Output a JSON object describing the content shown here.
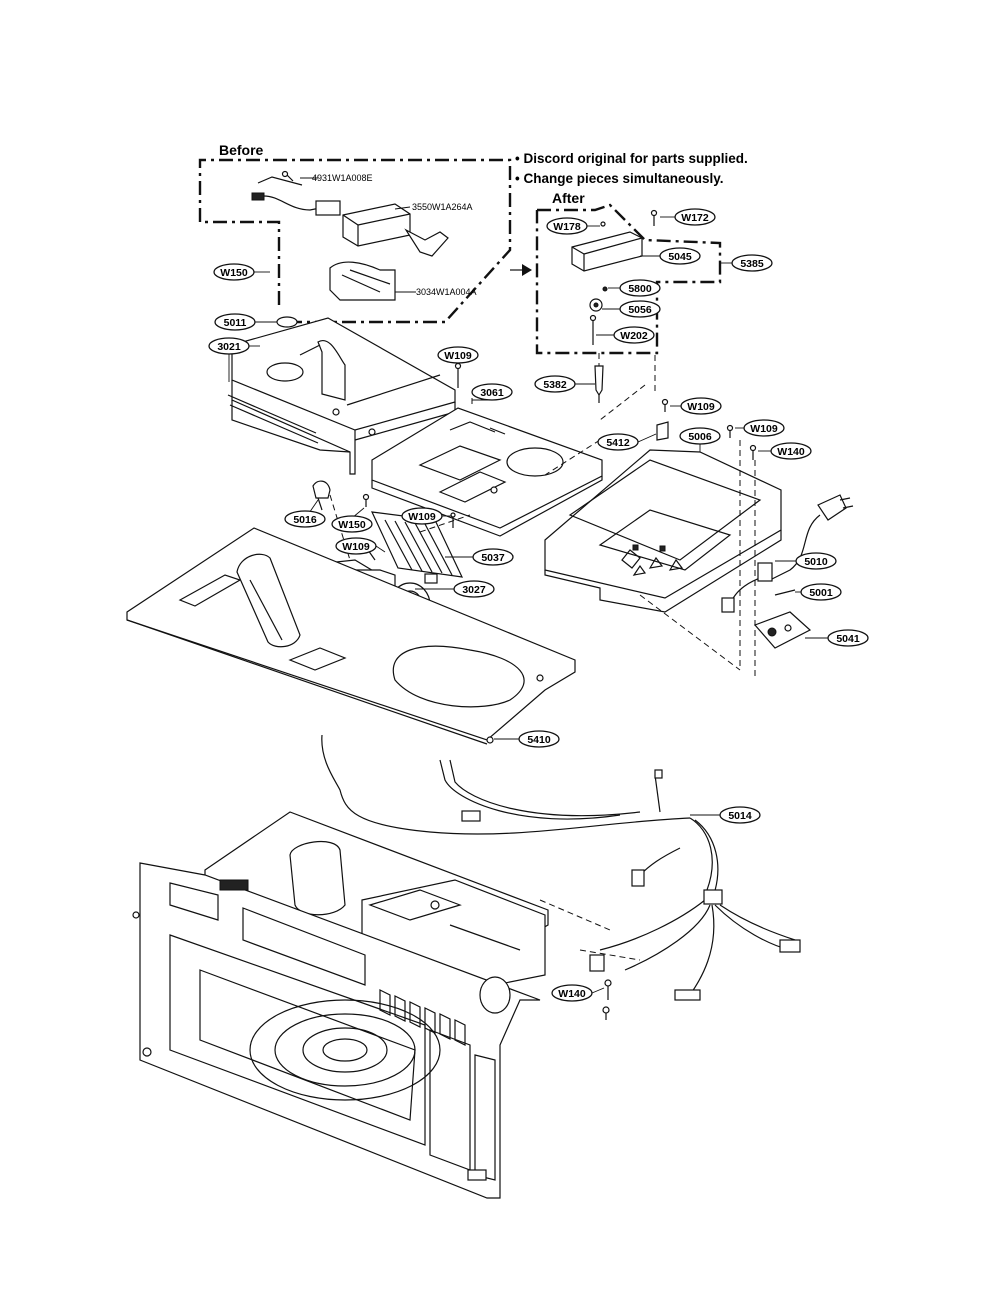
{
  "headings": {
    "before": "Before",
    "after": "After"
  },
  "notes": [
    "• Discord original for parts supplied.",
    "• Change pieces simultaneously."
  ],
  "before_parts": [
    "4931W1A008E",
    "3550W1A264A",
    "3034W1A004A"
  ],
  "callouts": [
    "W172",
    "W178",
    "5045",
    "5385",
    "5800",
    "5056",
    "W202",
    "5382",
    "W150",
    "5011",
    "3021",
    "W109",
    "3061",
    "W109",
    "W109",
    "5412",
    "5006",
    "W140",
    "5016",
    "W150",
    "W109",
    "W109",
    "5037",
    "3027",
    "5010",
    "5001",
    "5041",
    "5410",
    "5014",
    "W140"
  ]
}
